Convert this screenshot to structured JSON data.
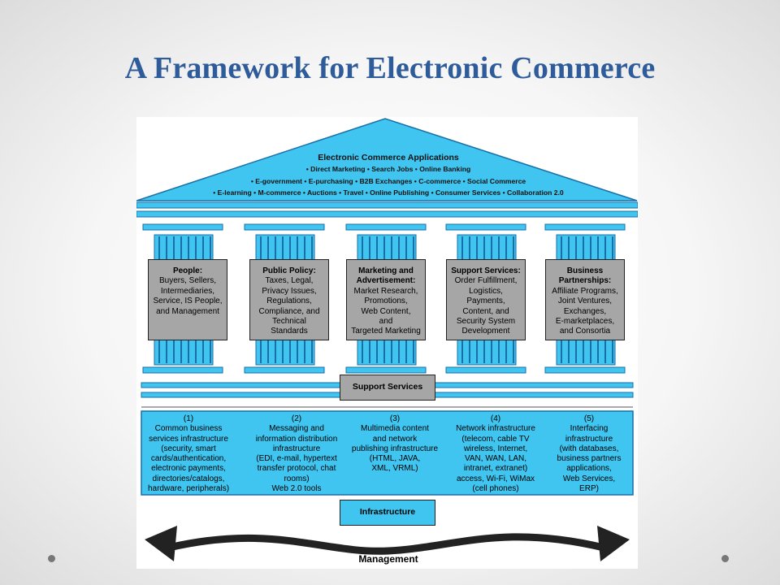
{
  "slide": {
    "title": "A Framework for Electronic Commerce"
  },
  "roof": {
    "title": "Electronic Commerce Applications",
    "lines": [
      "• Direct Marketing • Search Jobs • Online Banking",
      "• E-government • E-purchasing • B2B Exchanges • C-commerce • Social Commerce",
      "• E-learning • M-commerce • Auctions • Travel • Online Publishing • Consumer Services • Collaboration 2.0"
    ]
  },
  "pillars": [
    {
      "heading": "People:",
      "lines": [
        "Buyers, Sellers,",
        "Intermediaries,",
        "Service, IS People,",
        "and Management"
      ]
    },
    {
      "heading": "Public Policy:",
      "lines": [
        "Taxes, Legal,",
        "Privacy Issues,",
        "Regulations,",
        "Compliance, and",
        "Technical",
        "Standards"
      ]
    },
    {
      "heading": "Marketing and Advertisement:",
      "lines": [
        "Market Research,",
        "Promotions,",
        "Web Content,",
        "and",
        "Targeted Marketing"
      ]
    },
    {
      "heading": "Support Services:",
      "lines": [
        "Order Fulfillment,",
        "Logistics,",
        "Payments,",
        "Content, and",
        "Security System",
        "Development"
      ]
    },
    {
      "heading": "Business Partnerships:",
      "lines": [
        "Affiliate Programs,",
        "Joint Ventures,",
        "Exchanges,",
        "E-marketplaces,",
        "and Consortia"
      ]
    }
  ],
  "support_label": "Support Services",
  "infrastructure": [
    {
      "num": "(1)",
      "lines": [
        "Common business",
        "services infrastructure",
        "(security, smart",
        "cards/authentication,",
        "electronic payments,",
        "directories/catalogs,",
        "hardware, peripherals)"
      ]
    },
    {
      "num": "(2)",
      "lines": [
        "Messaging and",
        "information distribution",
        "infrastructure",
        "(EDI, e-mail, hypertext",
        "transfer protocol, chat",
        "rooms)",
        "Web 2.0 tools"
      ]
    },
    {
      "num": "(3)",
      "lines": [
        "Multimedia content",
        "and network",
        "publishing infrastructure",
        "(HTML, JAVA,",
        "XML, VRML)"
      ]
    },
    {
      "num": "(4)",
      "lines": [
        "Network infrastructure",
        "(telecom, cable TV",
        "wireless, Internet,",
        "VAN, WAN, LAN,",
        "intranet, extranet)",
        "access, Wi-Fi, WiMax",
        "(cell phones)"
      ]
    },
    {
      "num": "(5)",
      "lines": [
        "Interfacing",
        "infrastructure",
        "(with databases,",
        "business partners",
        "applications,",
        "Web Services,",
        "ERP)"
      ]
    }
  ],
  "infrastructure_label": "Infrastructure",
  "management_label": "Management",
  "colors": {
    "title": "#2e5b9a",
    "blue": "#3fc5f0",
    "dark_blue": "#1a6fa8",
    "box_gray": "#a6a6a6"
  }
}
